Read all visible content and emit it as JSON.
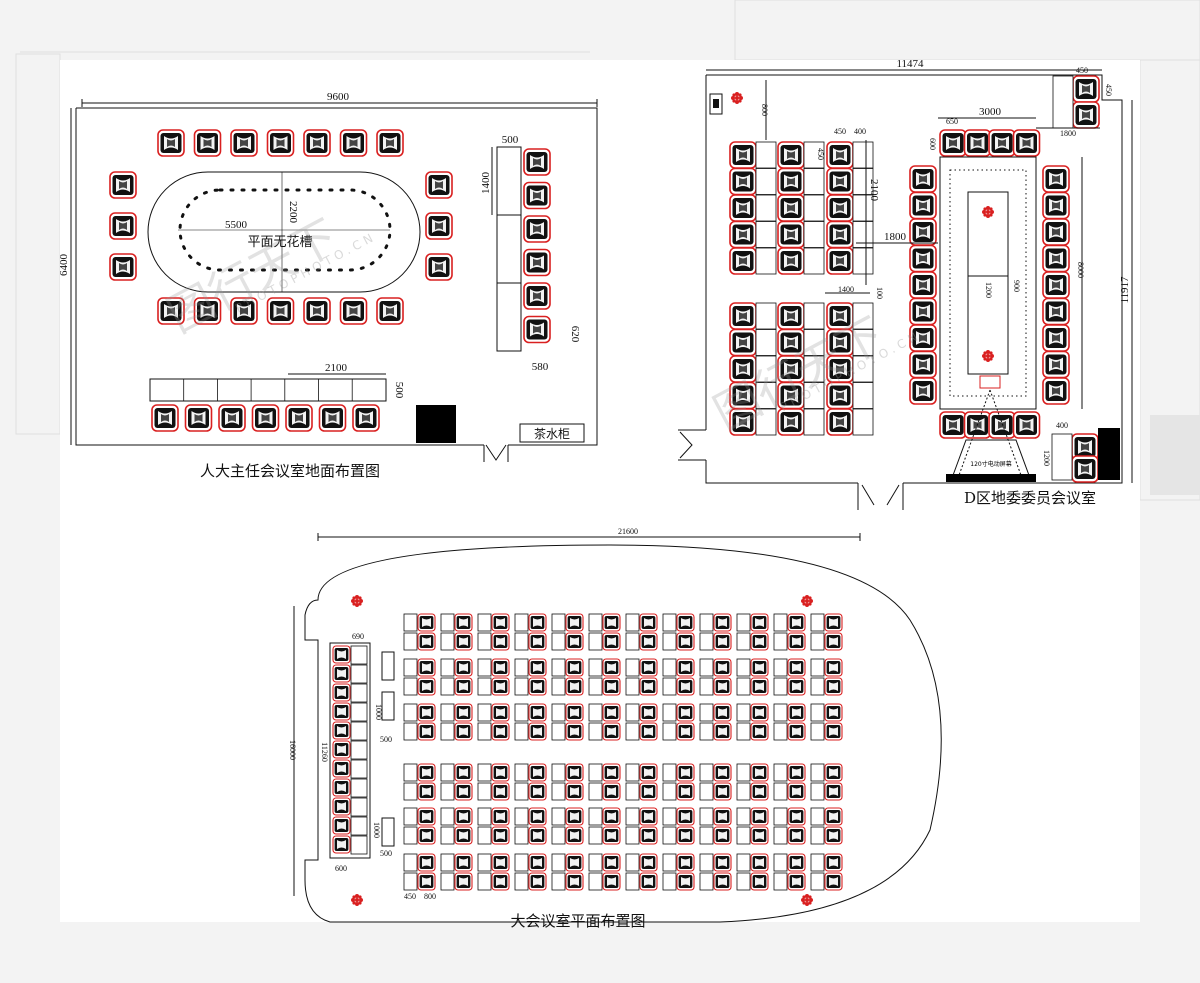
{
  "plan_a": {
    "title": "人大主任会议室地面布置图",
    "dim_width": "9600",
    "dim_height": "6400",
    "dim_table_length": "5500",
    "dim_table_width": "2200",
    "table_label": "平面无花槽",
    "dim_cabinet_w": "500",
    "dim_cabinet_h": "1400",
    "dim_seat_d": "620",
    "dim_seat_w": "580",
    "dim_bench_len": "2100",
    "dim_bench_d": "500",
    "cabinet_label": "茶水柜"
  },
  "plan_b": {
    "title": "D区地委委员会议室",
    "dim_width": "11474",
    "dim_height": "11917",
    "dim_top_gap": "800",
    "dim_col_a": "450",
    "dim_col_b": "400",
    "dim_row": "450",
    "dim_block_len": "2100",
    "dim_aisle": "1800",
    "dim_block_w": "1400",
    "dim_gap": "100",
    "dim_head_gap": "650",
    "dim_head_len": "3000",
    "dim_side_gap": "600",
    "dim_right_gap": "1800",
    "dim_table_len": "8000",
    "dim_table_w": "1200",
    "dim_inner": "900",
    "dim_corner_a": "450",
    "dim_corner_b": "450",
    "dim_corner_seat": "400",
    "dim_corner_len": "1200",
    "screen_label": "120寸电动屏幕"
  },
  "plan_c": {
    "title": "大会议室平面布置图",
    "dim_width": "21600",
    "dim_height": "16000",
    "dim_stage_d": "690",
    "dim_stage_len": "11260",
    "dim_seat_a": "1000",
    "dim_seat_b": "500",
    "dim_row_gap": "450",
    "dim_row_seat": "800",
    "dim_podium_a": "1000",
    "dim_podium_b": "500",
    "dim_small": "600"
  },
  "watermark": {
    "text": "图行天下",
    "sub": "PHOTOPHOTO.CN"
  },
  "colors": {
    "seat_border": "#d92020",
    "seat_fill": "#111111",
    "line": "#111111",
    "flower": "#d92020",
    "background": "#ffffff"
  }
}
